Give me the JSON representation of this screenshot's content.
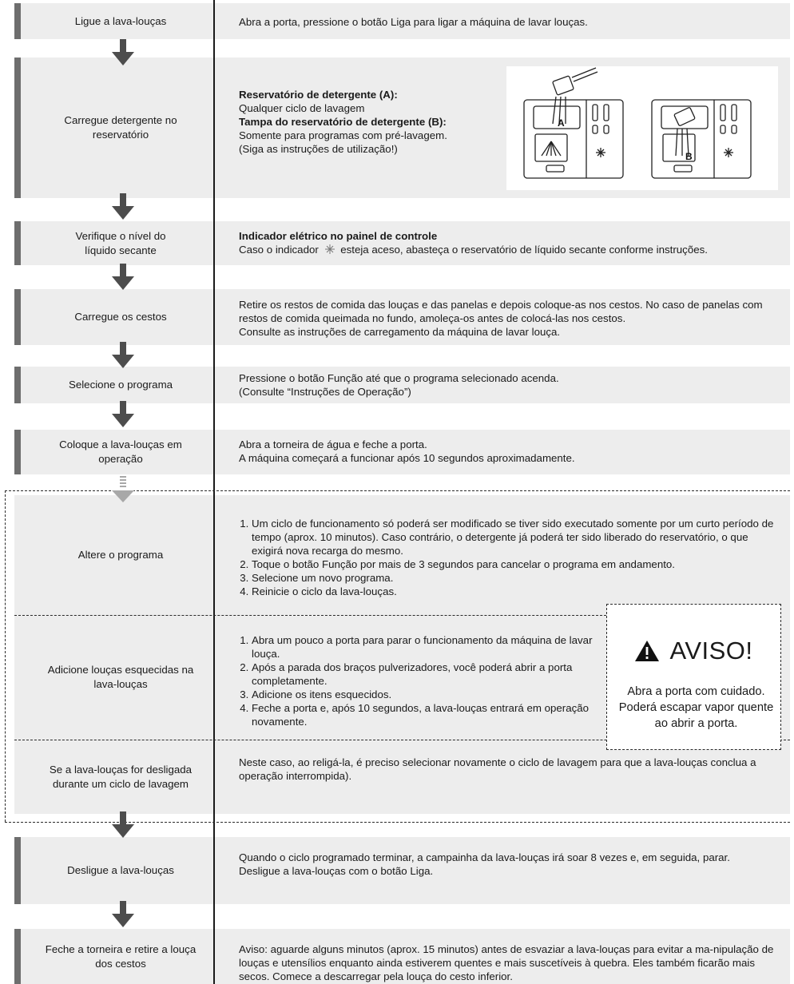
{
  "steps": [
    {
      "label": "Ligue a lava-louças",
      "desc_lines": [
        "Abra a porta, pressione o botão Liga para ligar a máquina de lavar louças."
      ]
    },
    {
      "label": "Carregue detergente no reservatório",
      "desc_a_title": "Reservatório de detergente (A):",
      "desc_a_text": "Qualquer ciclo de lavagem",
      "desc_b_title": "Tampa do reservatório de detergente (B):",
      "desc_b_text": "Somente para programas com pré-lavagem.",
      "desc_b_note": "(Siga as instruções de utilização!)",
      "illustration": {
        "label_a": "A",
        "label_b": "B"
      }
    },
    {
      "label": "Verifique o nível do líquido secante",
      "desc_title": "Indicador elétrico no painel de controle",
      "desc_text_before": "Caso o indicador",
      "desc_text_after": "esteja aceso, abasteça o reservatório de líquido secante conforme instruções.",
      "indicator_icon": "rinse-aid-indicator-icon"
    },
    {
      "label": "Carregue os cestos",
      "desc_lines": [
        "Retire os restos de comida das louças e das panelas e depois coloque-as nos cestos. No caso de panelas com restos de comida queimada no fundo, amoleça-os antes de colocá-las nos cestos.",
        "Consulte as instruções de carregamento da máquina de lavar louça."
      ]
    },
    {
      "label": "Selecione o programa",
      "desc_lines": [
        "Pressione o botão Função até que o programa selecionado acenda.",
        "(Consulte “Instruções de Operação”)"
      ]
    },
    {
      "label": "Coloque a lava-louças em operação",
      "desc_lines": [
        "Abra a torneira de água e  feche a porta.",
        "A máquina começará a funcionar após 10 segundos aproximadamente."
      ]
    },
    {
      "label": "Altere o programa",
      "desc_items": [
        "Um ciclo de funcionamento só poderá ser modificado se tiver sido executado somente por um curto período de tempo (aprox. 10 minutos). Caso contrário, o detergente já poderá ter sido liberado do reservatório, o que exigirá nova recarga do mesmo.",
        "Toque o botão Função por mais de 3 segundos para cancelar o programa em andamento.",
        "Selecione um novo programa.",
        "Reinicie o ciclo da lava-louças."
      ]
    },
    {
      "label": "Adicione louças esquecidas na lava-louças",
      "desc_items": [
        "Abra um pouco a porta para parar o funcionamento da máquina de lavar louça.",
        "Após a parada dos braços pulverizadores, você poderá abrir a porta completamente.",
        "Adicione os itens esquecidos.",
        "Feche a porta e, após 10 segundos, a lava-louças entrará em operação novamente."
      ]
    },
    {
      "label": "Se a lava-louças for desligada durante um ciclo de lavagem",
      "desc_lines": [
        "Neste caso, ao religá-la, é preciso selecionar novamente o ciclo de lavagem para que a lava-louças conclua a operação interrompida)."
      ]
    },
    {
      "label": "Desligue a lava-louças",
      "desc_lines": [
        "Quando o ciclo programado terminar, a campainha da lava-louças irá soar 8 vezes e, em seguida, parar.",
        "Desligue a lava-louças com o botão Liga."
      ]
    },
    {
      "label": "Feche a torneira e retire a louça dos cestos",
      "desc_lines": [
        "Aviso: aguarde alguns minutos (aprox. 15 minutos) antes de esvaziar a lava-louças para evitar a ma-nipulação de louças e utensílios enquanto ainda estiverem quentes e mais suscetíveis à quebra. Eles também ficarão mais secos. Comece a descarregar pela louça do cesto inferior."
      ]
    }
  ],
  "warning": {
    "title": "AVISO!",
    "icon": "warning-triangle-icon",
    "text": "Abra a porta com cuidado. Poderá escapar vapor quente ao abrir a porta."
  },
  "colors": {
    "band": "#ededed",
    "bar": "#6e6e6e",
    "arrow": "#4d4d4d",
    "arrow_faded": "#a8a8a8"
  }
}
